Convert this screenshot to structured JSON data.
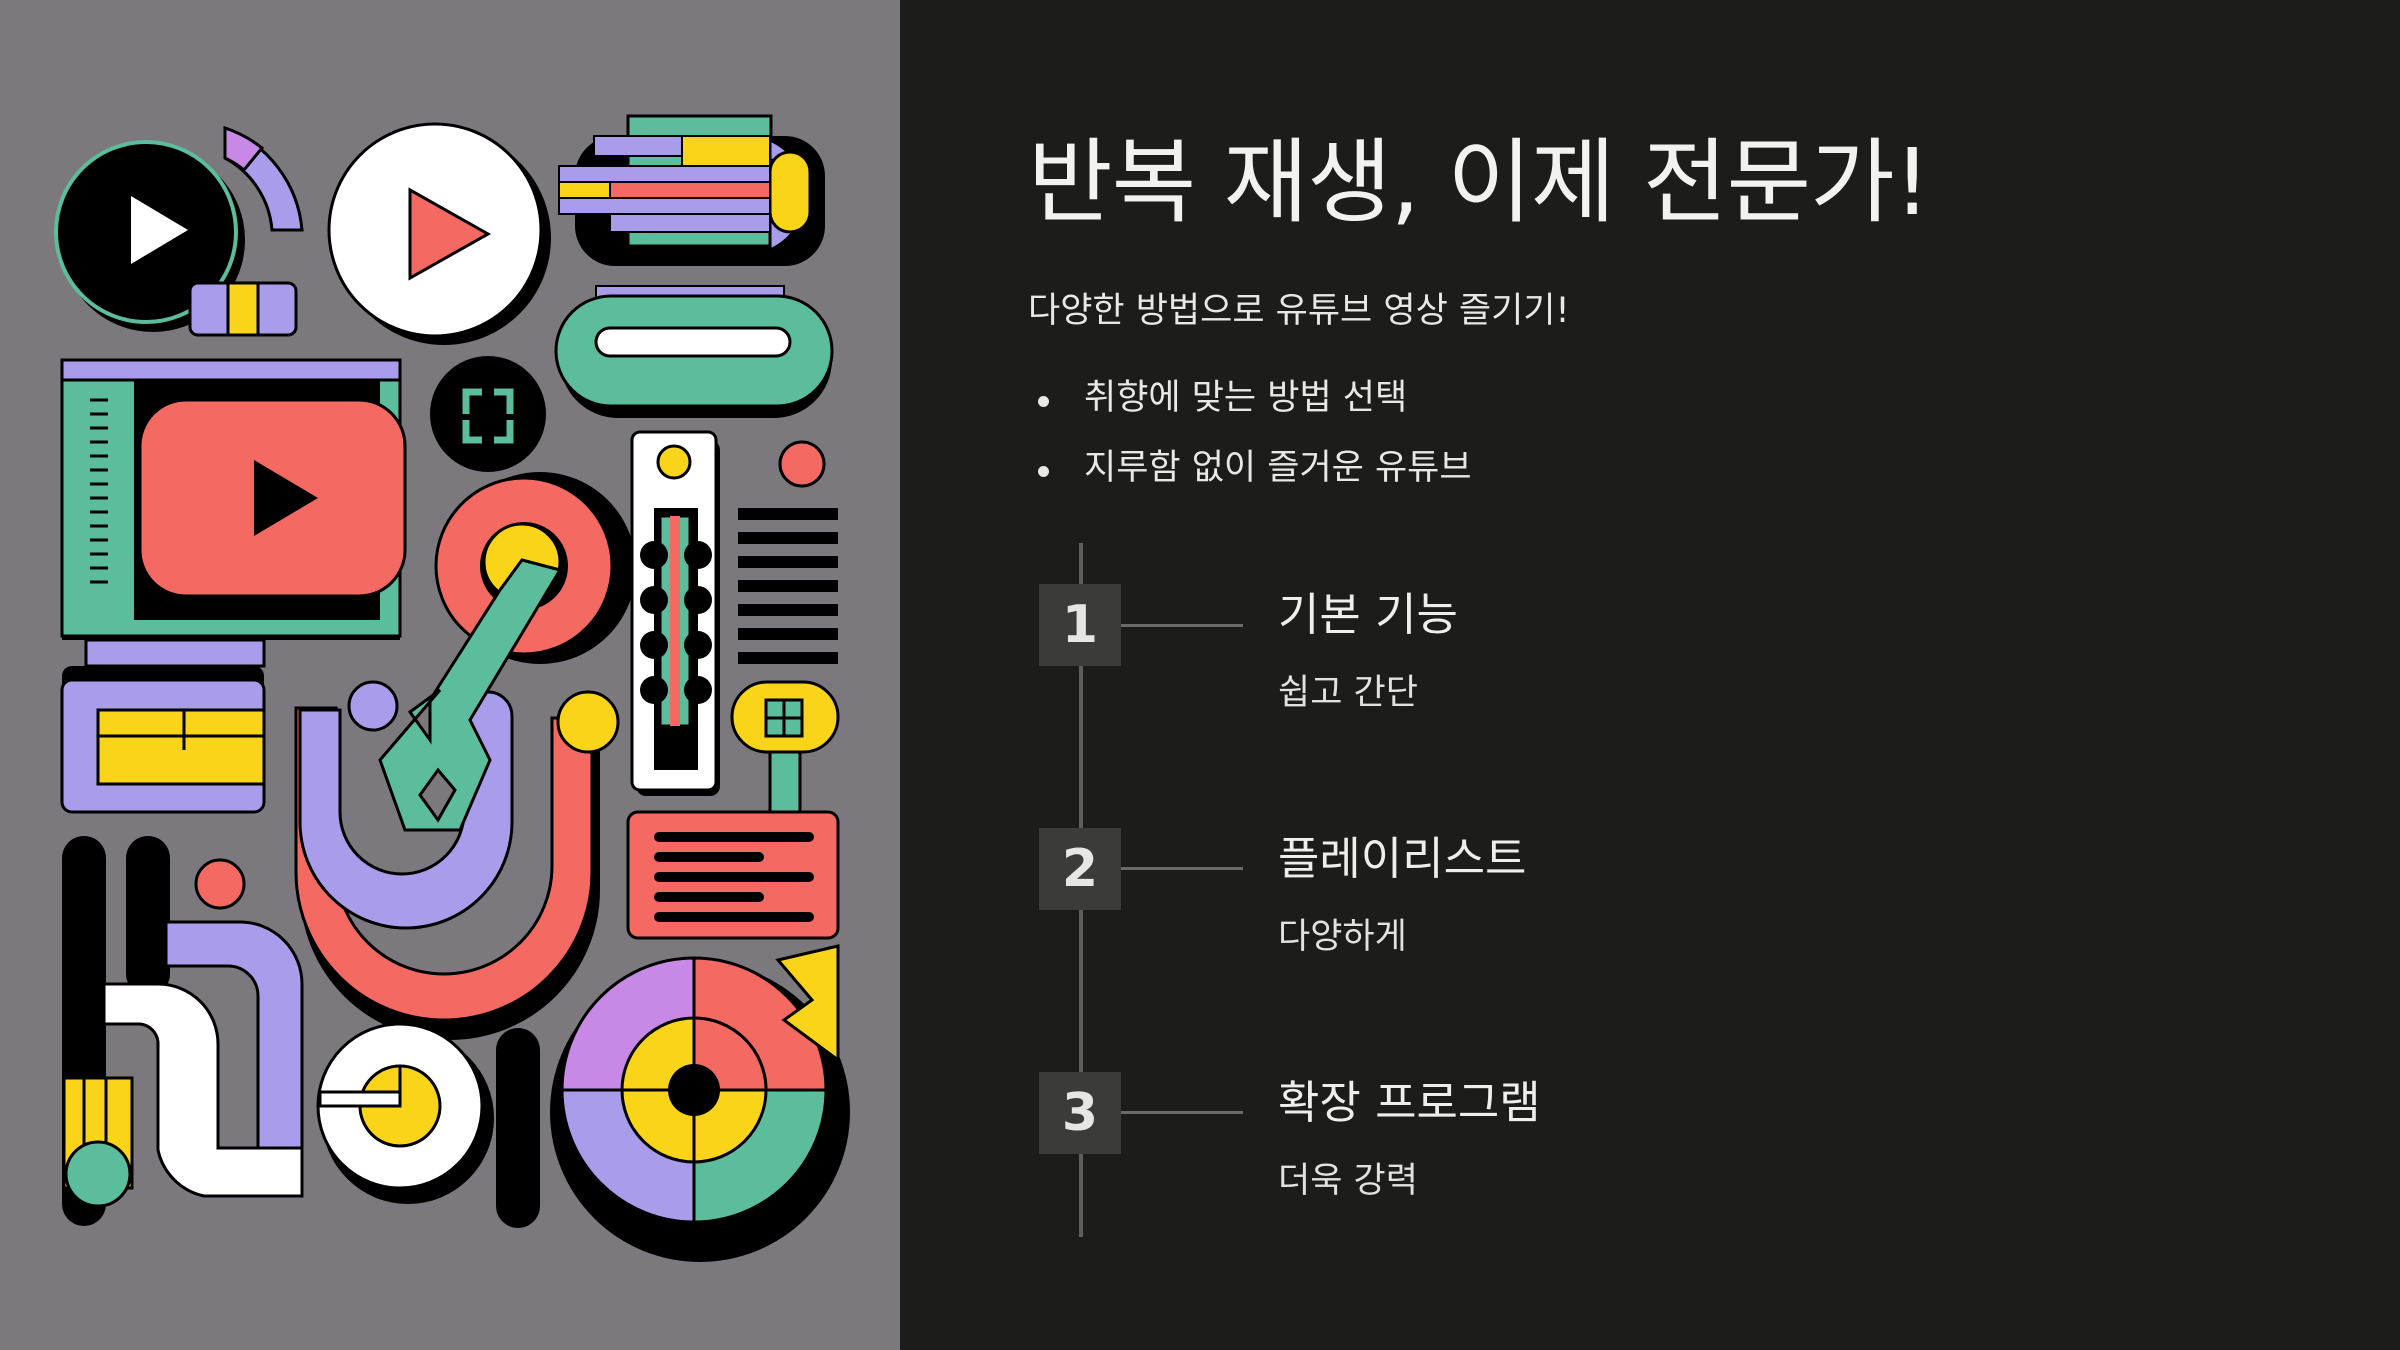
{
  "slide": {
    "title": "반복 재생, 이제 전문가!",
    "subtitle": "다양한 방법으로 유튜브 영상 즐기기!",
    "bullets": [
      "취향에 맞는 방법 선택",
      "지루함 없이 즐거운 유튜브"
    ],
    "steps": [
      {
        "number": "1",
        "title": "기본 기능",
        "description": "쉽고 간단"
      },
      {
        "number": "2",
        "title": "플레이리스트",
        "description": "다양하게"
      },
      {
        "number": "3",
        "title": "확장 프로그램",
        "description": "더욱 강력"
      }
    ]
  },
  "colors": {
    "left_panel": "#7b797d",
    "right_panel": "#1c1c1b",
    "coral": "#f46a63",
    "mint": "#5cbd9d",
    "purple": "#a99cea",
    "yellow": "#fad418",
    "step_box": "#3b3b39"
  },
  "illustration_icons": [
    "play-icon",
    "youtube-logo-icon",
    "fullscreen-icon",
    "repeat-icon"
  ]
}
